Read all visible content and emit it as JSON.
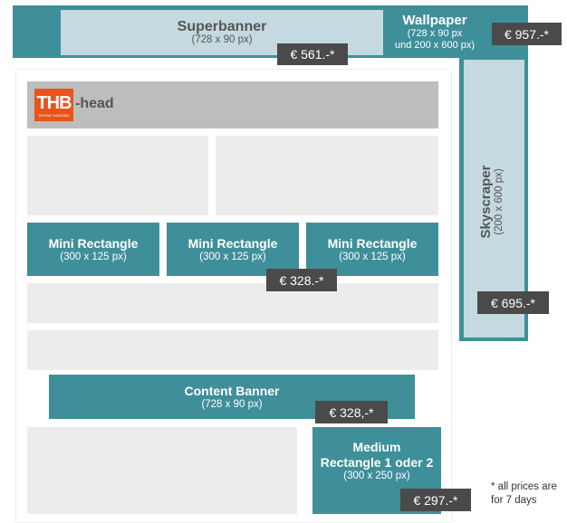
{
  "superbanner": {
    "title": "Superbanner",
    "size": "(728 x 90 px)",
    "price": "€ 561.-*"
  },
  "wallpaper": {
    "title": "Wallpaper",
    "size_line1": "(728 x 90 px",
    "size_line2": "und 200 x 600 px)",
    "price": "€ 957.-*"
  },
  "head": {
    "logo_text": "THB",
    "logo_subtext": "TECHNIK HAUS BAU",
    "label": "-head"
  },
  "skyscraper": {
    "title": "Skyscraper",
    "size": "(200 x 600 px)",
    "price": "€ 695.-*"
  },
  "mini_rectangles": [
    {
      "title": "Mini Rectangle",
      "size": "(300 x 125 px)"
    },
    {
      "title": "Mini Rectangle",
      "size": "(300 x 125 px)"
    },
    {
      "title": "Mini Rectangle",
      "size": "(300 x 125 px)"
    }
  ],
  "mini_rectangle_price": "€ 328.-*",
  "content_banner": {
    "title": "Content Banner",
    "size": "(728 x 90 px)",
    "price": "€  328,-*"
  },
  "medium_rectangle": {
    "title_line1": "Medium",
    "title_line2": "Rectangle 1 oder 2",
    "size": "(300 x 250 px)",
    "price": "€ 297.-*"
  },
  "footnote": {
    "line1": "* all prices are",
    "line2": "for 7 days"
  },
  "colors": {
    "teal": "#3f8f9a",
    "light_blue": "#c5d9e0",
    "price_tag": "#4a4a4a",
    "logo_orange": "#e8541a"
  }
}
